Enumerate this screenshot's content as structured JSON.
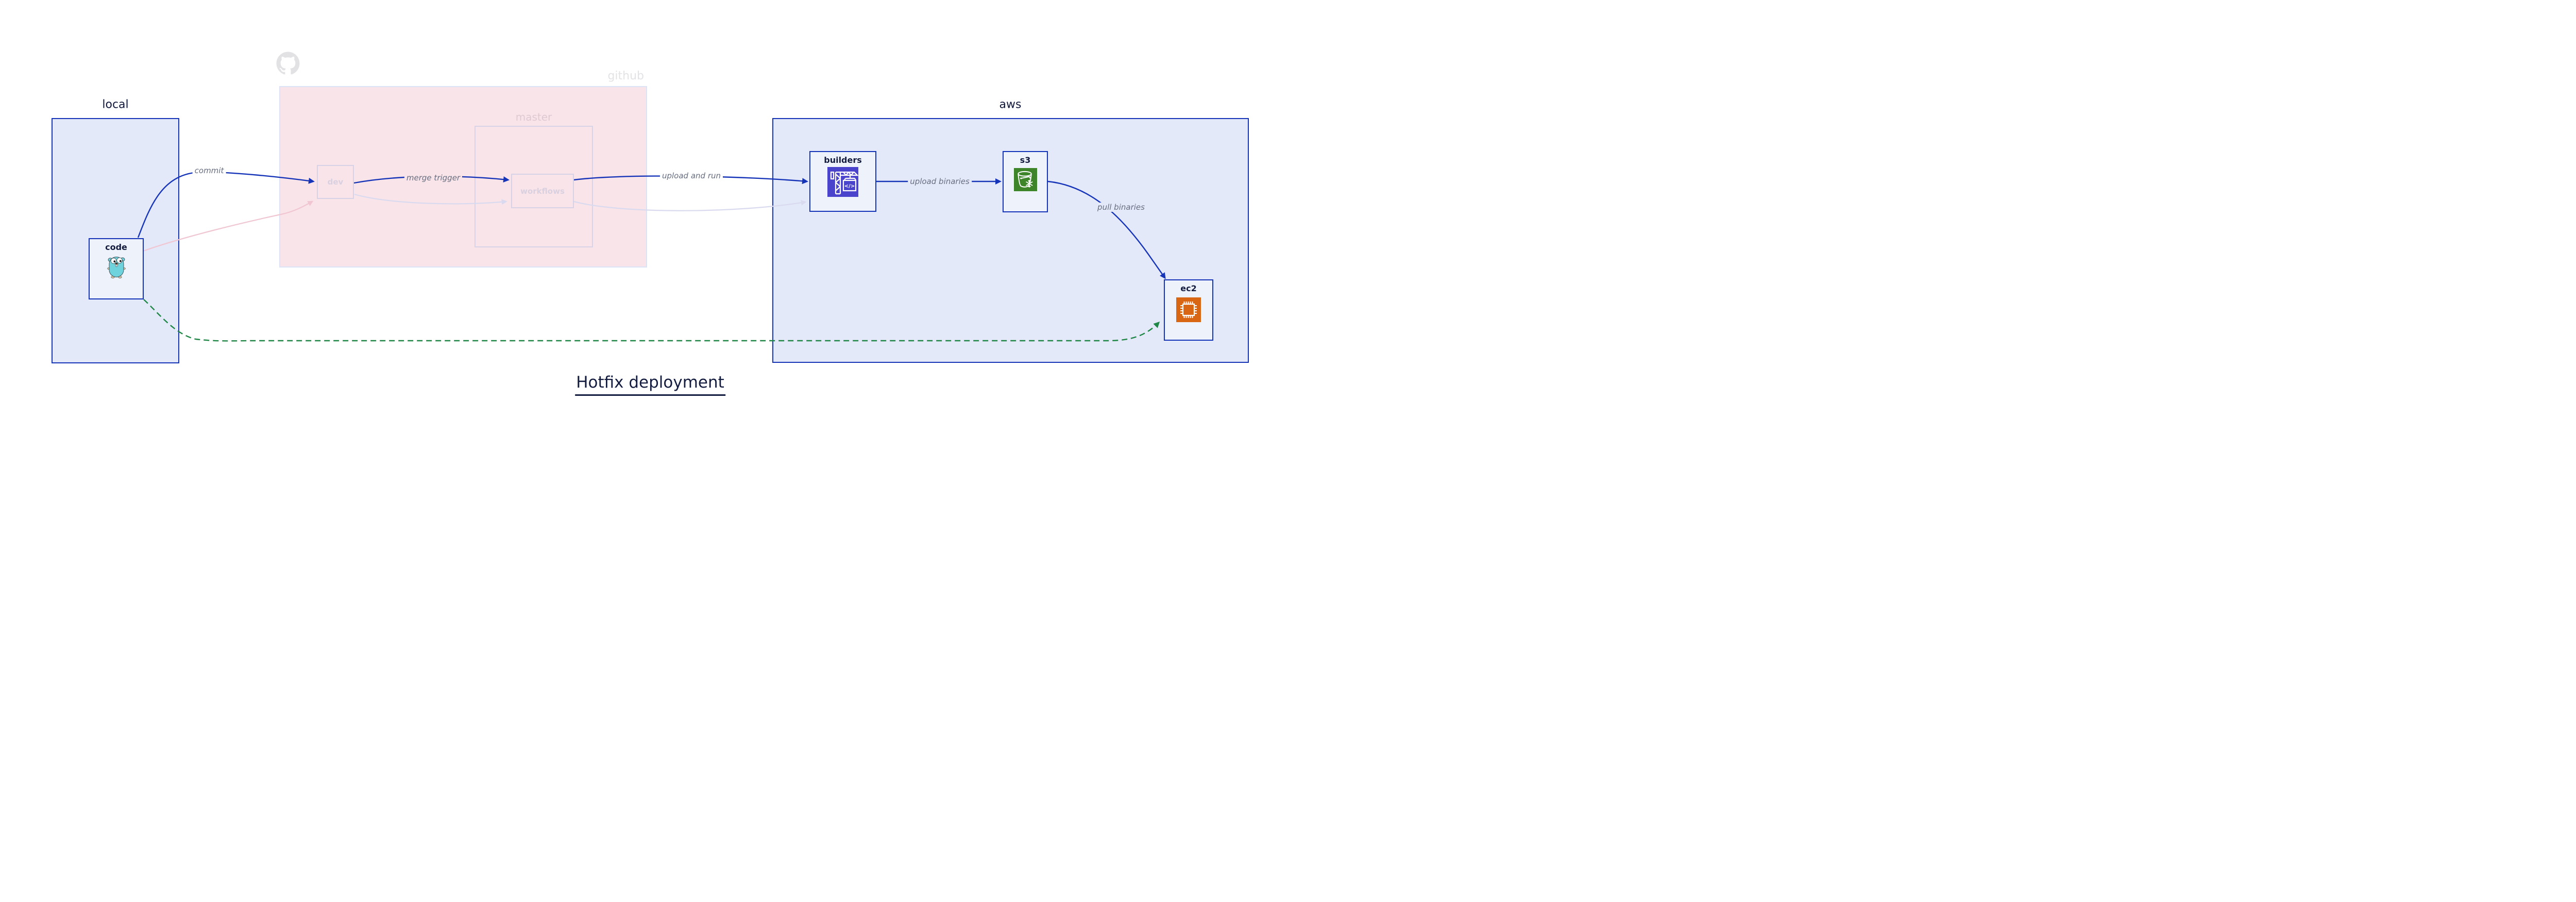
{
  "title": {
    "text": "Hotfix deployment"
  },
  "containers": {
    "local": {
      "label": "local"
    },
    "github": {
      "label": "github",
      "master": "master"
    },
    "aws": {
      "label": "aws"
    }
  },
  "nodes": {
    "code": {
      "label": "code"
    },
    "dev": {
      "label": "dev"
    },
    "workflows": {
      "label": "workflows"
    },
    "builders": {
      "label": "builders"
    },
    "s3": {
      "label": "s3"
    },
    "ec2": {
      "label": "ec2"
    }
  },
  "edges": {
    "commit": {
      "label": "commit"
    },
    "merge_trigger": {
      "label": "merge trigger"
    },
    "upload_and_run": {
      "label": "upload and run"
    },
    "upload_binaries": {
      "label": "upload binaries"
    },
    "pull_binaries": {
      "label": "pull binaries"
    }
  },
  "icons": {
    "octocat": "github-octocat-icon",
    "gopher": "go-gopher-icon",
    "codebuild": "codebuild-crane-icon",
    "s3_glacier": "s3-glacier-bucket-icon",
    "ec2_chip": "ec2-chip-icon",
    "builders_code_glyph": "</>"
  },
  "colors": {
    "accent_blue": "#1634b8",
    "container_fill": "#e4e9f9",
    "node_fill": "#eef2fb",
    "github_fill": "#f9e4e9",
    "github_border": "#dce3f7",
    "faded_border": "#d8d2e7",
    "faded_text": "#d9d0e0",
    "master_text": "#e0c9d3",
    "github_text": "#e3e3e6",
    "label_gray": "#676e80",
    "dark_navy": "#131c3e",
    "hotfix_green": "#1e8746",
    "faded_pink": "#f0c6d2",
    "faded_lavender": "#d9daef",
    "codebuild_indigo": "#4a43cb",
    "s3_green": "#3e8429",
    "ec2_orange": "#d86613",
    "gopher_teal": "#6fd3de"
  }
}
